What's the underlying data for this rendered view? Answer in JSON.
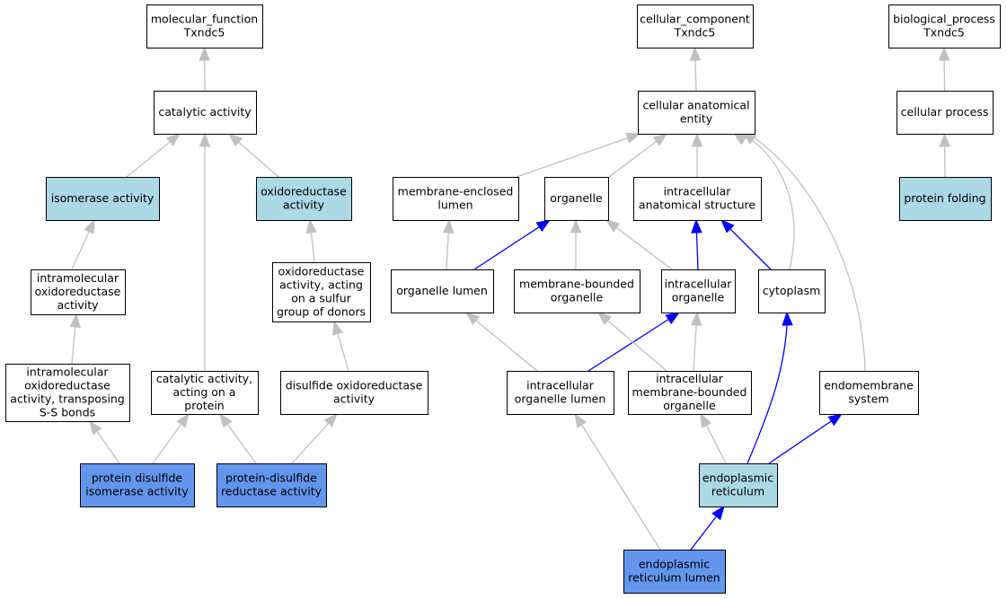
{
  "colors": {
    "default_fill": "#ffffff",
    "annotated_fill": "#add8e6",
    "direct_fill": "#6495ed",
    "edge_gray": "#c0c0c0",
    "edge_blue": "#0000ff"
  },
  "nodes": [
    {
      "id": "mf",
      "lines": [
        "molecular_function",
        "Txndc5"
      ],
      "fill": "default"
    },
    {
      "id": "cat",
      "lines": [
        "catalytic activity"
      ],
      "fill": "default"
    },
    {
      "id": "iso",
      "lines": [
        "isomerase activity"
      ],
      "fill": "annotated"
    },
    {
      "id": "oxr",
      "lines": [
        "oxidoreductase",
        "activity"
      ],
      "fill": "annotated"
    },
    {
      "id": "intraox",
      "lines": [
        "intramolecular",
        "oxidoreductase",
        "activity"
      ],
      "fill": "default"
    },
    {
      "id": "oxsulf",
      "lines": [
        "oxidoreductase",
        "activity, acting",
        "on a sulfur",
        "group of donors"
      ],
      "fill": "default"
    },
    {
      "id": "intrass",
      "lines": [
        "intramolecular",
        "oxidoreductase",
        "activity, transposing",
        "S-S bonds"
      ],
      "fill": "default"
    },
    {
      "id": "catprot",
      "lines": [
        "catalytic activity,",
        "acting on a",
        "protein"
      ],
      "fill": "default"
    },
    {
      "id": "disox",
      "lines": [
        "disulfide oxidoreductase",
        "activity"
      ],
      "fill": "default"
    },
    {
      "id": "pdi",
      "lines": [
        "protein disulfide",
        "isomerase activity"
      ],
      "fill": "direct"
    },
    {
      "id": "pdr",
      "lines": [
        "protein-disulfide",
        "reductase activity"
      ],
      "fill": "direct"
    },
    {
      "id": "cc",
      "lines": [
        "cellular_component",
        "Txndc5"
      ],
      "fill": "default"
    },
    {
      "id": "cae",
      "lines": [
        "cellular anatomical",
        "entity"
      ],
      "fill": "default"
    },
    {
      "id": "mel",
      "lines": [
        "membrane-enclosed",
        "lumen"
      ],
      "fill": "default"
    },
    {
      "id": "org",
      "lines": [
        "organelle"
      ],
      "fill": "default"
    },
    {
      "id": "ias",
      "lines": [
        "intracellular",
        "anatomical structure"
      ],
      "fill": "default"
    },
    {
      "id": "orglum",
      "lines": [
        "organelle lumen"
      ],
      "fill": "default"
    },
    {
      "id": "mbo",
      "lines": [
        "membrane-bounded",
        "organelle"
      ],
      "fill": "default"
    },
    {
      "id": "io",
      "lines": [
        "intracellular",
        "organelle"
      ],
      "fill": "default"
    },
    {
      "id": "cyto",
      "lines": [
        "cytoplasm"
      ],
      "fill": "default"
    },
    {
      "id": "iol",
      "lines": [
        "intracellular",
        "organelle lumen"
      ],
      "fill": "default"
    },
    {
      "id": "imbo",
      "lines": [
        "intracellular",
        "membrane-bounded",
        "organelle"
      ],
      "fill": "default"
    },
    {
      "id": "ems",
      "lines": [
        "endomembrane",
        "system"
      ],
      "fill": "default"
    },
    {
      "id": "er",
      "lines": [
        "endoplasmic",
        "reticulum"
      ],
      "fill": "annotated"
    },
    {
      "id": "erl",
      "lines": [
        "endoplasmic",
        "reticulum lumen"
      ],
      "fill": "direct"
    },
    {
      "id": "bp",
      "lines": [
        "biological_process",
        "Txndc5"
      ],
      "fill": "default"
    },
    {
      "id": "cp",
      "lines": [
        "cellular process"
      ],
      "fill": "default"
    },
    {
      "id": "pf",
      "lines": [
        "protein folding"
      ],
      "fill": "annotated"
    }
  ],
  "edges": [
    {
      "from": "cat",
      "to": "mf",
      "color": "gray"
    },
    {
      "from": "iso",
      "to": "cat",
      "color": "gray"
    },
    {
      "from": "oxr",
      "to": "cat",
      "color": "gray"
    },
    {
      "from": "catprot",
      "to": "cat",
      "color": "gray"
    },
    {
      "from": "intraox",
      "to": "iso",
      "color": "gray"
    },
    {
      "from": "oxsulf",
      "to": "oxr",
      "color": "gray"
    },
    {
      "from": "intrass",
      "to": "intraox",
      "color": "gray"
    },
    {
      "from": "disox",
      "to": "oxsulf",
      "color": "gray"
    },
    {
      "from": "pdi",
      "to": "intrass",
      "color": "gray"
    },
    {
      "from": "pdi",
      "to": "catprot",
      "color": "gray"
    },
    {
      "from": "pdr",
      "to": "catprot",
      "color": "gray"
    },
    {
      "from": "pdr",
      "to": "disox",
      "color": "gray"
    },
    {
      "from": "cae",
      "to": "cc",
      "color": "gray"
    },
    {
      "from": "mel",
      "to": "cae",
      "color": "gray"
    },
    {
      "from": "org",
      "to": "cae",
      "color": "gray"
    },
    {
      "from": "ias",
      "to": "cae",
      "color": "gray"
    },
    {
      "from": "cyto",
      "to": "cae",
      "color": "gray",
      "curve": "cyto"
    },
    {
      "from": "ems",
      "to": "cae",
      "color": "gray",
      "curve": "ems"
    },
    {
      "from": "orglum",
      "to": "mel",
      "color": "gray"
    },
    {
      "from": "orglum",
      "to": "org",
      "color": "blue"
    },
    {
      "from": "mbo",
      "to": "org",
      "color": "gray"
    },
    {
      "from": "io",
      "to": "org",
      "color": "gray"
    },
    {
      "from": "io",
      "to": "ias",
      "color": "blue"
    },
    {
      "from": "cyto",
      "to": "ias",
      "color": "blue"
    },
    {
      "from": "iol",
      "to": "orglum",
      "color": "gray"
    },
    {
      "from": "iol",
      "to": "io",
      "color": "blue"
    },
    {
      "from": "imbo",
      "to": "mbo",
      "color": "gray"
    },
    {
      "from": "imbo",
      "to": "io",
      "color": "gray"
    },
    {
      "from": "er",
      "to": "imbo",
      "color": "gray"
    },
    {
      "from": "er",
      "to": "cyto",
      "color": "blue",
      "curve": "er-cyto"
    },
    {
      "from": "er",
      "to": "ems",
      "color": "blue"
    },
    {
      "from": "erl",
      "to": "er",
      "color": "blue"
    },
    {
      "from": "erl",
      "to": "iol",
      "color": "gray"
    },
    {
      "from": "cp",
      "to": "bp",
      "color": "gray"
    },
    {
      "from": "pf",
      "to": "cp",
      "color": "gray"
    }
  ]
}
